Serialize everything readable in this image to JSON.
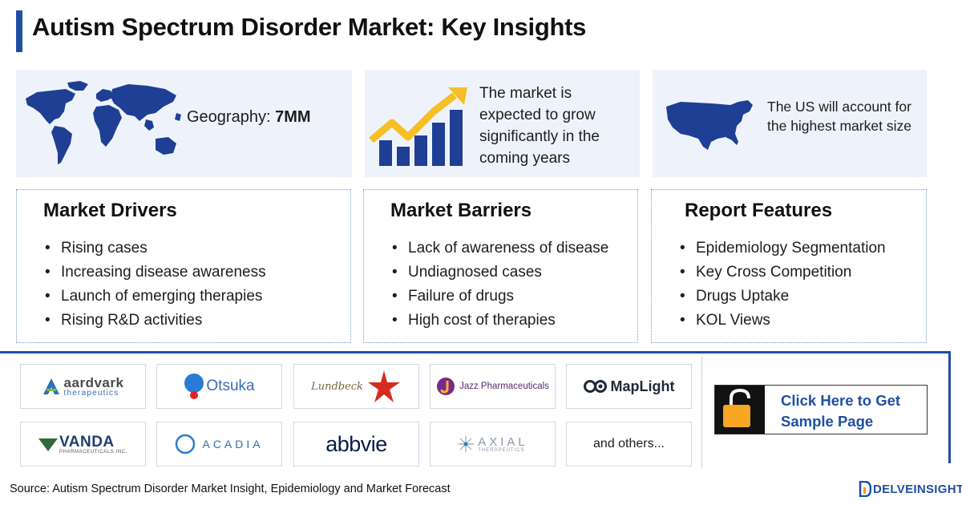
{
  "header": {
    "title": "Autism Spectrum Disorder Market: Key Insights"
  },
  "insights": {
    "geography_label": "Geography: ",
    "geography_value": "7MM",
    "growth_text": "The market is expected to grow significantly in the coming years",
    "us_text": "The US will account for the highest market size"
  },
  "sections": {
    "drivers": {
      "title": "Market Drivers",
      "items": [
        "Rising cases",
        "Increasing disease awareness",
        "Launch of emerging therapies",
        "Rising R&D activities"
      ]
    },
    "barriers": {
      "title": "Market Barriers",
      "items": [
        "Lack of awareness of disease",
        "Undiagnosed cases",
        "Failure of drugs",
        "High cost of therapies"
      ]
    },
    "features": {
      "title": "Report Features",
      "items": [
        "Epidemiology Segmentation",
        "Key Cross Competition",
        "Drugs Uptake",
        "KOL Views"
      ]
    }
  },
  "companies": {
    "aardvark": "aardvark",
    "aardvark_sub": "therapeutics",
    "otsuka": "Otsuka",
    "lundbeck": "Lundbeck",
    "jazz": "Jazz Pharmaceuticals",
    "maplight": "MapLight",
    "vanda": "VANDA",
    "vanda_sub": "PHARMACEUTICALS INC.",
    "acadia": "ACADIA",
    "abbvie": "abbvie",
    "axial": "AXIAL",
    "axial_sub": "THERAPEUTICS",
    "others": "and others..."
  },
  "cta": {
    "label": "Click Here to Get Sample Page"
  },
  "footer": {
    "source": "Source: Autism Spectrum Disorder Market Insight, Epidemiology and Market Forecast",
    "brand": "DELVEINSIGHT"
  },
  "colors": {
    "accent_blue": "#1f4fa3",
    "map_blue": "#1f3f95",
    "arrow_yellow": "#f6bf26",
    "lock_orange": "#f6a623"
  },
  "icons": [
    "world-map-icon",
    "growth-chart-icon",
    "usa-map-icon",
    "padlock-icon",
    "delveinsight-logo-icon"
  ]
}
